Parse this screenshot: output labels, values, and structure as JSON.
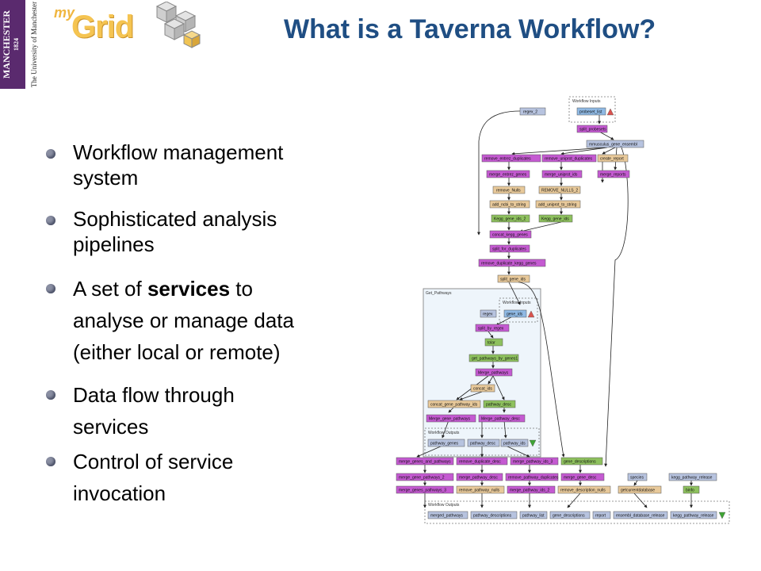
{
  "header": {
    "university_name": "MANCHESTER",
    "university_year": "1824",
    "university_subtitle": "The University of Manchester",
    "logo_my": "my",
    "logo_grid": "Grid",
    "title": "What is a Taverna Workflow?"
  },
  "bullets": [
    {
      "lines": [
        "Workflow management",
        "system"
      ]
    },
    {
      "lines": [
        "Sophisticated analysis",
        "pipelines"
      ]
    },
    {
      "pre": "A set of ",
      "bold": "services",
      "post": " to",
      "lines": [
        "analyse or manage data",
        "(either local or remote)"
      ]
    },
    {
      "lines": [
        "Data flow through",
        "services"
      ]
    },
    {
      "lines": [
        "Control of service",
        "invocation"
      ]
    }
  ],
  "colors": {
    "title": "#1f4e83",
    "input": "#8fb9e4",
    "processor": "#c45ad1",
    "beanshell": "#e8c99a",
    "local": "#8ec15e",
    "output": "#b7c3df",
    "group_bg": "#eef5fb"
  },
  "diagram": {
    "workflow_inputs_label": "Workflow Inputs",
    "workflow_outputs_label": "Workflow Outputs",
    "subworkflow_label": "Get_Pathways",
    "sub_inputs_label": "Workflow Inputs",
    "sub_outputs_label": "Workflow Outputs",
    "nodes": {
      "n_regex2": "regex_2",
      "n_probeset": "probeset_list",
      "n_split_probesets": "split_probesets",
      "n_mmus": "mmusculus_gene_ensembl",
      "n_rem_entrez": "remove_entrez_duplicates",
      "n_rem_uniprot": "remove_uniprot_duplicates",
      "n_create_report": "create_report",
      "n_merge_entrez": "merge_entrez_genes",
      "n_merge_uniprot": "merge_uniprot_ids",
      "n_merge_reports": "merge_reports",
      "n_remove_nulls": "remove_Nulls",
      "n_remove_nulls2": "REMOVE_NULLS_2",
      "n_add_ncbi": "add_ncbi_to_string",
      "n_add_uniprot": "add_uniprot_to_string",
      "n_kegg2": "Kegg_gene_ids_2",
      "n_kegg": "Kegg_gene_ids",
      "n_concat_kegg": "concat_kegg_genes",
      "n_split_dup": "split_for_duplicates",
      "n_rem_dup_kegg": "remove_duplicate_kegg_genes",
      "n_split_gene": "split_gene_ids",
      "n_s_regex": "regex",
      "n_s_geneids": "gene_ids",
      "n_split_regex": "split_by_regex",
      "n_tolar": "tolar",
      "n_get_path": "get_pathways_by_genes1",
      "n_merge_path": "Merge_pathways",
      "n_concat_ids": "concat_ids",
      "n_concat_gp": "concat_gene_pathway_ids",
      "n_pdesc": "pathway_desc",
      "n_mg_path": "Merge_gene_pathways",
      "n_mp_desc": "Merge_pathway_desc",
      "n_o_pgenes": "pathway_genes",
      "n_o_pdesc": "pathway_desc",
      "n_o_pids": "pathway_ids",
      "n_mga": "merge_genes_and_pathways",
      "n_rdd": "remove_duplicate_desc",
      "n_mpi3": "merge_pathway_ids_3",
      "n_gdesc": "gene_descriptions",
      "n_mgp2": "merge_gene_pathways_2",
      "n_mpd": "merge_pathway_desc",
      "n_rpd": "remove_pathway_duplicates",
      "n_mgd": "merge_gene_desc",
      "n_species": "species",
      "n_krel": "kegg_pathway_release",
      "n_mgp3": "merge_genes_pathways_3",
      "n_rpn": "remove_pathway_nulls",
      "n_mpi2": "merge_pathway_ids_2",
      "n_rdn": "remove_description_nulls",
      "n_getdb": "getcurrentdatabase",
      "n_binfo": "binfo",
      "n_oo_merged": "merged_pathways",
      "n_oo_pdesc": "pathway_descriptions",
      "n_oo_plist": "pathway_list",
      "n_oo_gdesc": "gene_descriptions",
      "n_oo_report": "report",
      "n_oo_ens": "ensembl_database_release",
      "n_oo_kegg": "kegg_pathway_release"
    }
  }
}
